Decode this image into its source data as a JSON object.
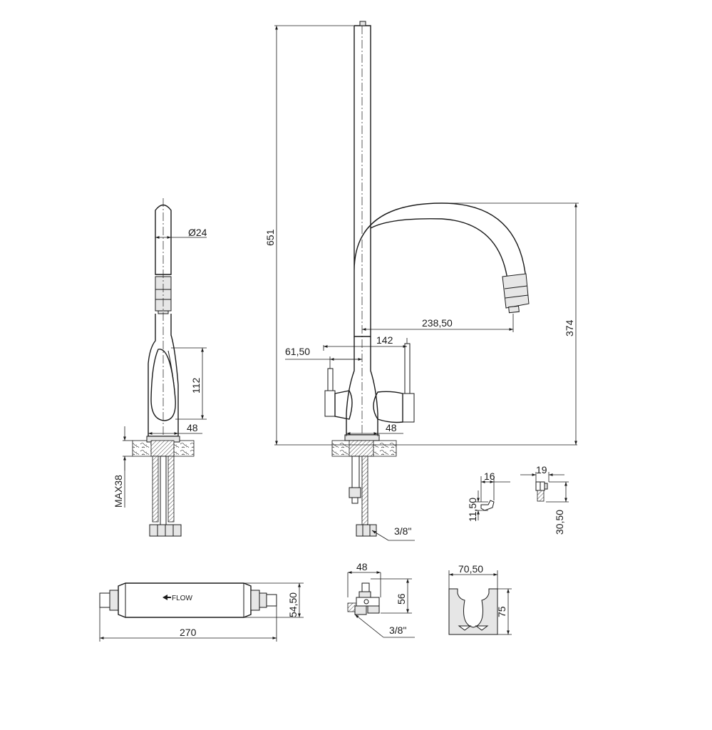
{
  "colors": {
    "line": "#1a1a1a",
    "background": "#ffffff",
    "fill": "#e6e6e6"
  },
  "side_view": {
    "dim_diameter": "Ø24",
    "dim_handle_height": "112",
    "dim_base_width": "48",
    "dim_max_thickness": "MAX38"
  },
  "front_view": {
    "dim_total_height": "651",
    "dim_spout_height": "374",
    "dim_spout_reach": "238,50",
    "dim_handles_span": "142",
    "dim_left_handle": "61,50",
    "dim_base_width": "48",
    "dim_hose_thread": "3/8\""
  },
  "small_parts": {
    "part1_width": "16",
    "part1_height": "11,50",
    "part2_width": "19",
    "part2_height": "30,50"
  },
  "filter": {
    "flow_label": "FLOW",
    "dim_length": "270",
    "dim_diameter": "54,50"
  },
  "valve": {
    "dim_width": "48",
    "dim_height": "56",
    "dim_thread": "3/8\""
  },
  "bracket": {
    "dim_width": "70,50",
    "dim_height": "75"
  }
}
